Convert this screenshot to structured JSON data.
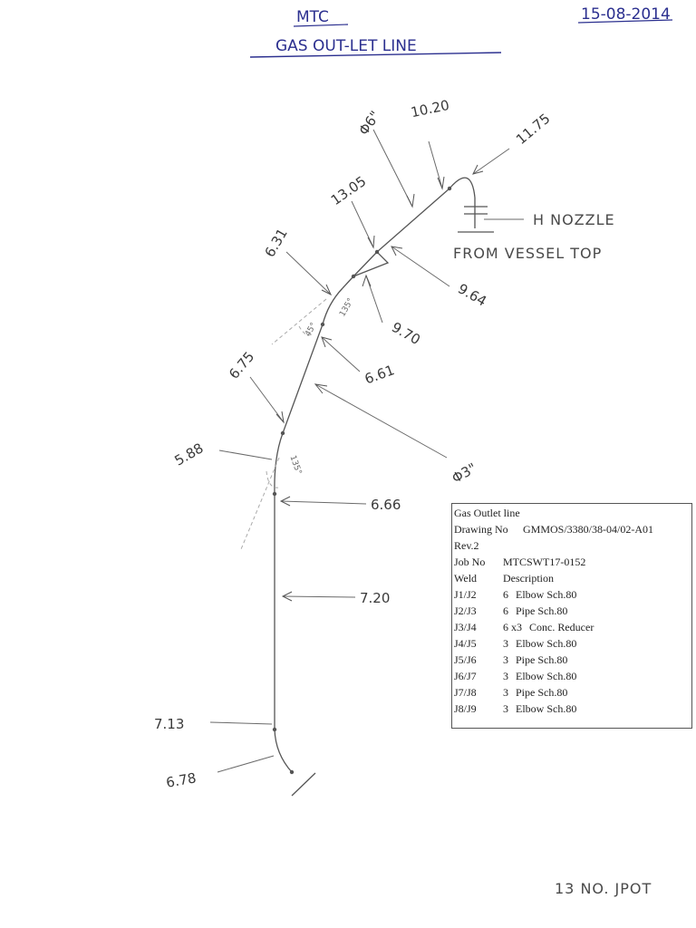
{
  "header": {
    "company": "MTC",
    "title": "GAS OUT-LET LINE",
    "date": "15-08-2014"
  },
  "dimensions": {
    "dia_6": "Φ6\"",
    "d_10_20": "10.20",
    "d_11_75": "11.75",
    "d_13_05": "13.05",
    "d_6_31": "6.31",
    "d_9_64": "9.64",
    "d_9_70": "9.70",
    "d_6_61": "6.61",
    "d_6_75": "6.75",
    "d_5_88": "5.88",
    "dia_3": "Φ3\"",
    "d_6_66": "6.66",
    "d_7_20": "7.20",
    "d_7_13": "7.13",
    "d_6_78": "6.78",
    "angle_45": "45°",
    "angle_135": "135°",
    "angle_135b": "135°"
  },
  "callouts": {
    "nozzle": "H NOZZLE",
    "from_vessel": "FROM VESSEL TOP",
    "page_note": "13 NO. JPOT"
  },
  "info_box": {
    "title": "Gas Outlet line",
    "drawing_label": "Drawing No",
    "drawing_no": "GMMOS/3380/38-04/02-A01",
    "rev": "Rev.2",
    "job_label": "Job No",
    "job_no": "MTCSWT17-0152",
    "weld_header": "Weld",
    "desc_header": "Description",
    "welds": [
      {
        "weld": "J1/J2",
        "size": "6",
        "desc": "Elbow Sch.80"
      },
      {
        "weld": "J2/J3",
        "size": "6",
        "desc": "Pipe Sch.80"
      },
      {
        "weld": "J3/J4",
        "size": "6 x3",
        "desc": "Conc. Reducer"
      },
      {
        "weld": "J4/J5",
        "size": "3",
        "desc": "Elbow Sch.80"
      },
      {
        "weld": "J5/J6",
        "size": "3",
        "desc": "Pipe Sch.80"
      },
      {
        "weld": "J6/J7",
        "size": "3",
        "desc": "Elbow Sch.80"
      },
      {
        "weld": "J7/J8",
        "size": "3",
        "desc": "Pipe Sch.80"
      },
      {
        "weld": "J8/J9",
        "size": "3",
        "desc": "Elbow Sch.80"
      }
    ]
  }
}
